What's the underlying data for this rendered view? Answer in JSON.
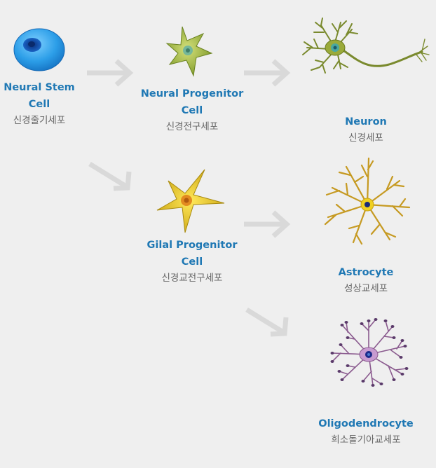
{
  "colors": {
    "title": "#1f78b4",
    "subtitle": "#666666",
    "arrow": "#d9d9d9",
    "background": "#efefef"
  },
  "cells": {
    "stem": {
      "title": "Neural Stem\nCell",
      "subtitle": "신경줄기세포",
      "icon": "neural-stem-cell-icon"
    },
    "neural_progenitor": {
      "title": "Neural Progenitor\nCell",
      "subtitle": "신경전구세포",
      "icon": "neural-progenitor-cell-icon"
    },
    "glial_progenitor": {
      "title": "Gilal Progenitor\nCell",
      "subtitle": "신경교전구세포",
      "icon": "glial-progenitor-cell-icon"
    },
    "neuron": {
      "title": "Neuron",
      "subtitle": "신경세포",
      "icon": "neuron-icon"
    },
    "astrocyte": {
      "title": "Astrocyte",
      "subtitle": "성상교세포",
      "icon": "astrocyte-icon"
    },
    "oligodendrocyte": {
      "title": "Oligodendrocyte",
      "subtitle": "희소돌기아교세포",
      "icon": "oligodendrocyte-icon"
    }
  }
}
